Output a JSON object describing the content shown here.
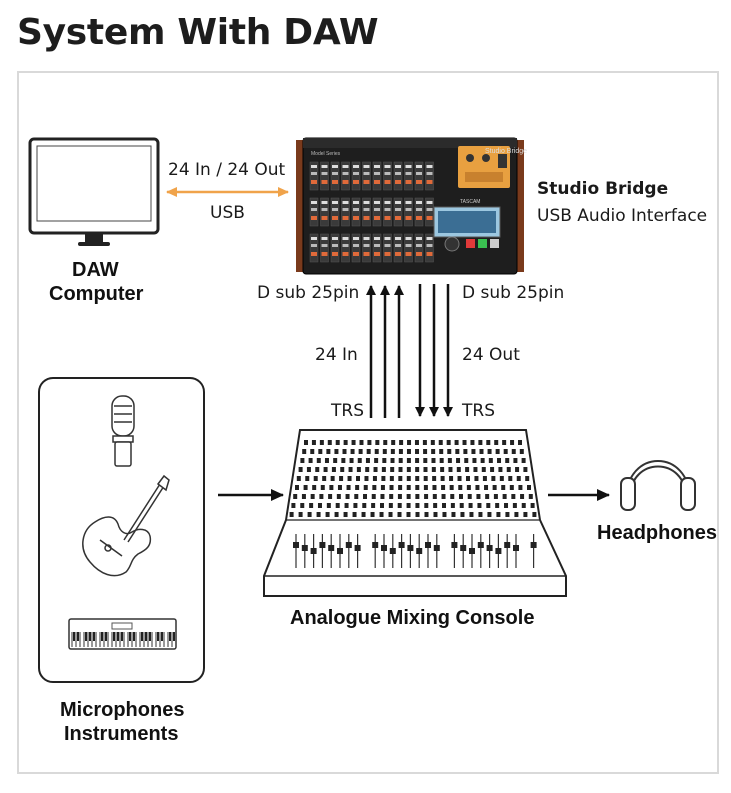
{
  "title": "System With DAW",
  "daw": {
    "line1": "DAW",
    "line2": "Computer"
  },
  "usb_link": {
    "top": "24 In / 24 Out",
    "bottom": "USB"
  },
  "interface": {
    "name": "Studio Bridge",
    "description": "USB Audio Interface",
    "panel_brand": "Studio Bridge",
    "panel_series": "Model Series",
    "panel_logo": "TASCAM"
  },
  "connections": {
    "left_connector": "D sub 25pin",
    "right_connector": "D sub 25pin",
    "left_signal": "24 In",
    "right_signal": "24 Out",
    "left_jack": "TRS",
    "right_jack": "TRS"
  },
  "console": {
    "label": "Analogue Mixing Console"
  },
  "headphones": {
    "label": "Headphones"
  },
  "sources": {
    "line1": "Microphones",
    "line2": "Instruments"
  },
  "colors": {
    "usb_arrow": "#f0a34a",
    "interface_body": "#1e1e1e",
    "wood": "#7a3a1c",
    "accent": "#e8a040"
  }
}
